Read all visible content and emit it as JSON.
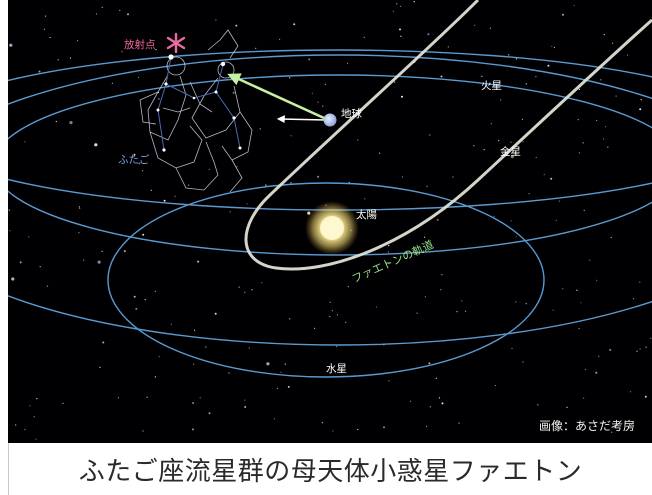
{
  "labels": {
    "radiant": "放射点",
    "gemini": "ふたご",
    "earth": "地球",
    "mars": "火星",
    "venus": "金星",
    "sun": "太陽",
    "mercury": "水星",
    "phaethon_orbit": "ファエトンの軌道",
    "credit": "画像：あさだ考房"
  },
  "caption": "ふたご座流星群の母天体小惑星ファエトン",
  "colors": {
    "background": "#000002",
    "planet_orbit": "#5a9ad0",
    "phaethon_orbit": "#e6e6da",
    "phaethon_label": "#9ae08a",
    "radiant": "#ee6aa0",
    "gemini_label": "#7aa7e0",
    "sun": "#fff4b0",
    "earth": "#b8c8ee"
  }
}
